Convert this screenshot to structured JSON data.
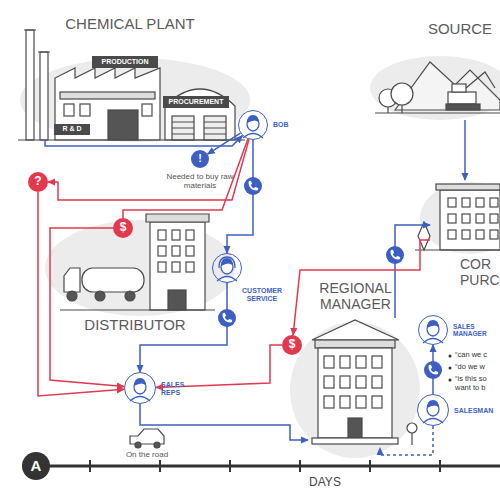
{
  "diagram": {
    "nodes": [
      {
        "text": [
          "CHEMICAL PLANT"
        ]
      },
      {
        "text": [
          "R & D"
        ],
        "in": 0
      },
      {
        "text": [
          "PRODUCTION"
        ],
        "in": 0
      },
      {
        "text": [
          "PROCUREMENT"
        ],
        "in": 0
      },
      {
        "text": [
          "SOURCE"
        ]
      },
      {
        "text": [
          "BOB"
        ]
      },
      {
        "text": [
          "!",
          "Needed to buy raw materials"
        ]
      },
      {
        "text": [
          "?"
        ]
      },
      {
        "text": [
          "$"
        ]
      },
      {
        "text": [
          "DISTRIBUTOR"
        ]
      },
      {
        "text": [
          "CUSTOMER SERVICE"
        ]
      },
      {
        "text": [
          "SALES REPS"
        ]
      },
      {
        "text": [
          "REGIONAL MANAGER"
        ]
      },
      {
        "text": [
          "$"
        ]
      },
      {
        "text": [
          "COR PURC"
        ]
      },
      {
        "text": [
          "SALES MANAGER"
        ]
      },
      {
        "text": [
          "SALESMAN"
        ]
      }
    ],
    "edges": [
      {
        "from": 0,
        "to": 5,
        "arrow": "to"
      },
      {
        "from": 5,
        "to": 6,
        "arrow": "to"
      },
      {
        "from": 5,
        "to": 10,
        "arrow": "to"
      },
      {
        "from": 5,
        "to": 7,
        "arrow": "to"
      },
      {
        "from": 7,
        "to": 11,
        "arrow": "to"
      },
      {
        "from": 5,
        "to": 8,
        "arrow": "none"
      },
      {
        "from": 8,
        "to": 11,
        "arrow": "to"
      },
      {
        "from": 10,
        "to": 11,
        "arrow": "to"
      },
      {
        "from": 11,
        "to": 12,
        "arrow": "to"
      },
      {
        "from": 13,
        "to": 11,
        "arrow": "to"
      },
      {
        "from": 12,
        "to": 14,
        "arrow": "to"
      },
      {
        "from": 14,
        "to": 13,
        "arrow": "to"
      },
      {
        "from": 4,
        "to": 14,
        "arrow": "to"
      },
      {
        "from": 16,
        "to": 15,
        "arrow": "to"
      },
      {
        "from": 16,
        "to": 12,
        "arrow": "to"
      }
    ],
    "labels": [
      "On the road",
      "“can we c",
      "“do we w",
      "“is this so want to b",
      "A",
      "DAYS"
    ]
  }
}
